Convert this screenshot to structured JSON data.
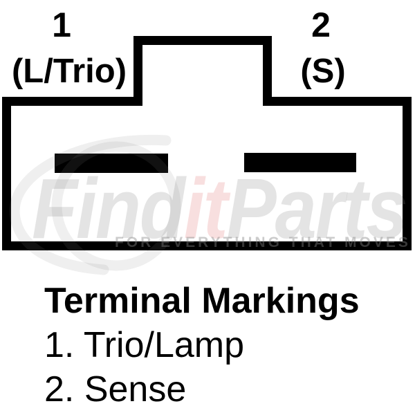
{
  "diagram": {
    "terminals": [
      {
        "number": "1",
        "name": "(L/Trio)"
      },
      {
        "number": "2",
        "name": "(S)"
      }
    ]
  },
  "legend": {
    "title": "Terminal Markings",
    "items": [
      "1. Trio/Lamp",
      "2. Sense"
    ]
  },
  "watermark": {
    "brand_find": "Find",
    "brand_it": "it",
    "brand_parts": "Parts",
    "tagline": "FOR EVERYTHING THAT MOVES"
  },
  "colors": {
    "line": "#000000",
    "watermark_gray": "#e7e7e7",
    "watermark_pink": "#f8dede"
  }
}
